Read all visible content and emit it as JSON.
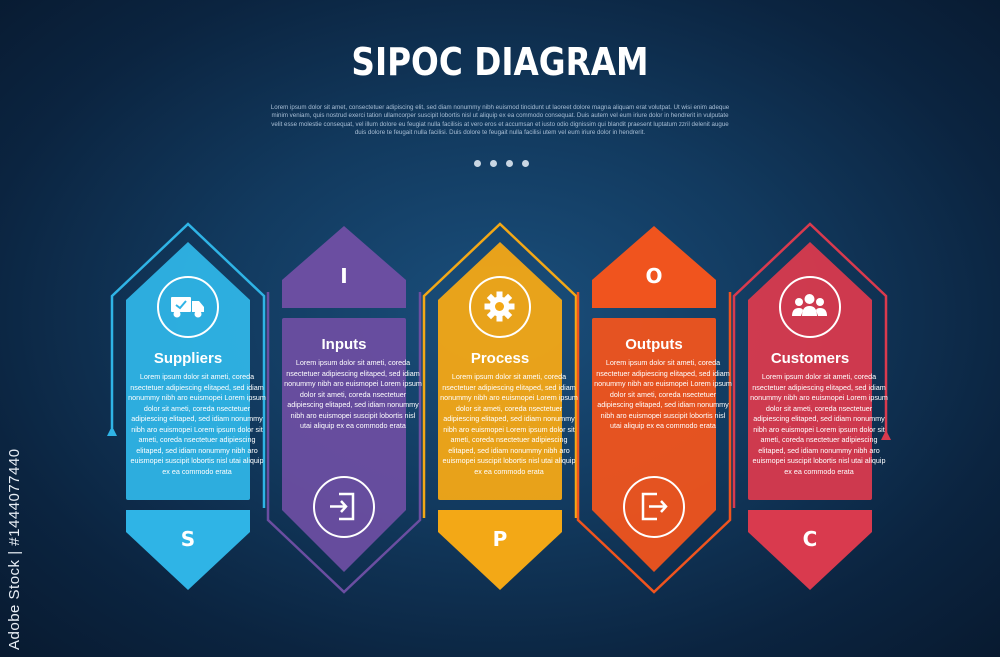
{
  "header": {
    "title": "SIPOC DIAGRAM",
    "subtitle": "Lorem ipsum dolor sit amet, consectetuer adipiscing elit, sed diam nonummy nibh euismod tincidunt ut laoreet dolore magna aliquam erat volutpat. Ut wisi enim adeque minim veniam, quis nostrud exerci tation ullamcorper suscipit lobortis nisl ut aliquip ex ea commodo consequat. Duis autem vel eum iriure dolor in hendrerit in vulputate velit esse molestie consequat, vel illum dolore eu feugiat nulla facilisis at vero eros et accumsan et iusto odio dignissim qui blandit praesent luptatum zzril delenit augue duis dolore te feugait nulla facilisi. Duis dolore te feugait nulla facilisi utem vel eum iriure dolor in hendrerit."
  },
  "columns": [
    {
      "letter": "S",
      "title": "Suppliers",
      "icon": "delivery-truck-icon",
      "color": "#2fb4e6",
      "desc": "Lorem ipsum dolor sit ameti, coreda nsectetuer adipiescing elitaped, sed idiam nonummy nibh aro euismopei Lorem ipsum dolor sit ameti, coreda nsectetuer adipiescing elitaped, sed idiam nonummy nibh aro euismopei Lorem ipsum dolor sit ameti, coreda nsectetuer adipiescing elitaped, sed idiam nonummy nibh aro euismopei suscipit lobortis nisl utai aliquip ex ea commodo erata"
    },
    {
      "letter": "I",
      "title": "Inputs",
      "icon": "sign-in-icon",
      "color": "#6b4ea1",
      "desc": "Lorem ipsum dolor sit ameti, coreda nsectetuer adipiescing elitaped, sed idiam nonummy nibh aro euismopei Lorem ipsum dolor sit ameti, coreda nsectetuer adipiescing elitaped, sed idiam nonummy nibh aro euismopei suscipit lobortis nisl utai aliquip ex ea commodo erata"
    },
    {
      "letter": "P",
      "title": "Process",
      "icon": "gear-icon",
      "color": "#f3a816",
      "desc": "Lorem ipsum dolor sit ameti, coreda nsectetuer adipiescing elitaped, sed idiam nonummy nibh aro euismopei Lorem ipsum dolor sit ameti, coreda nsectetuer adipiescing elitaped, sed idiam nonummy nibh aro euismopei Lorem ipsum dolor sit ameti, coreda nsectetuer adipiescing elitaped, sed idiam nonummy nibh aro euismopei suscipit lobortis nisl utai aliquip ex ea commodo erata"
    },
    {
      "letter": "O",
      "title": "Outputs",
      "icon": "sign-out-icon",
      "color": "#f0541e",
      "desc": "Lorem ipsum dolor sit ameti, coreda nsectetuer adipiescing elitaped, sed idiam nonummy nibh aro euismopei Lorem ipsum dolor sit ameti, coreda nsectetuer adipiescing elitaped, sed idiam nonummy nibh aro euismopei suscipit lobortis nisl utai aliquip ex ea commodo erata"
    },
    {
      "letter": "C",
      "title": "Customers",
      "icon": "people-group-icon",
      "color": "#d93a4e",
      "desc": "Lorem ipsum dolor sit ameti, coreda nsectetuer adipiescing elitaped, sed idiam nonummy nibh aro euismopei Lorem ipsum dolor sit ameti, coreda nsectetuer adipiescing elitaped, sed idiam nonummy nibh aro euismopei Lorem ipsum dolor sit ameti, coreda nsectetuer adipiescing elitaped, sed idiam nonummy nibh aro euismopei suscipit lobortis nisl utai aliquip ex ea commodo erata"
    }
  ],
  "watermark": "Adobe Stock | #1444077440"
}
